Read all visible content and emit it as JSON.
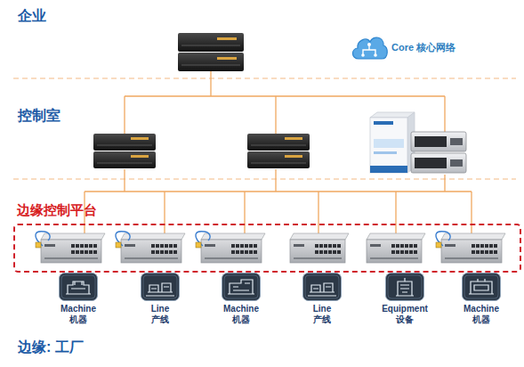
{
  "diagram": {
    "nodes": [
      {
        "text": [
          "Core 核心网络"
        ]
      },
      {
        "text": [
          "边缘控制平台"
        ]
      },
      {
        "text": [
          "Machine 机器"
        ]
      },
      {
        "text": [
          "Line 产线"
        ]
      },
      {
        "text": [
          "Machine 机器"
        ]
      },
      {
        "text": [
          "Line 产线"
        ]
      },
      {
        "text": [
          "Equipment 设备"
        ]
      },
      {
        "text": [
          "Machine 机器"
        ]
      }
    ],
    "labels": [
      "企业",
      "控制室",
      "边缘: 工厂"
    ]
  }
}
